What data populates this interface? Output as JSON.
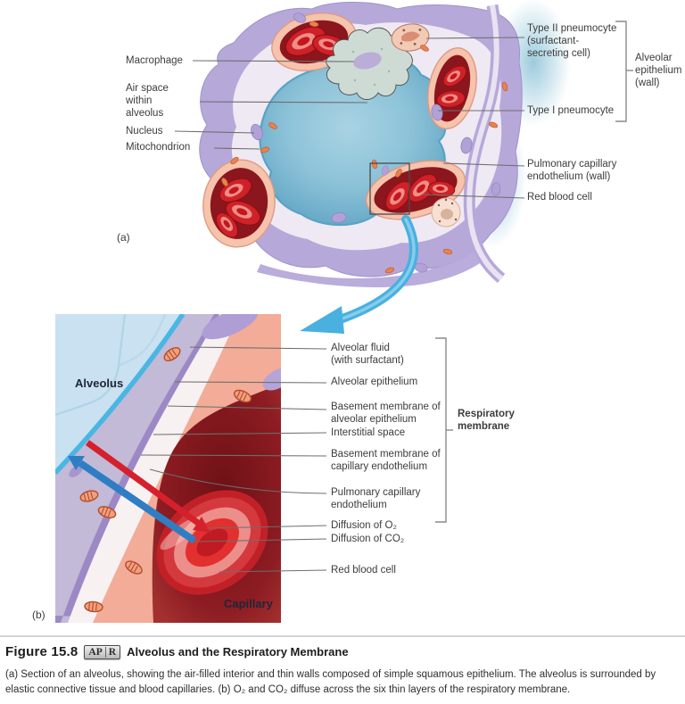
{
  "panel_a": {
    "tag": "(a)",
    "labels": {
      "macrophage": "Macrophage",
      "air_space": "Air space\nwithin\nalveolus",
      "nucleus": "Nucleus",
      "mitochondrion": "Mitochondrion",
      "type_ii": "Type II pneumocyte\n(surfactant-\nsecreting cell)",
      "alveolar_epithelium_wall": "Alveolar\nepithelium\n(wall)",
      "type_i": "Type I pneumocyte",
      "pulmonary_capillary_endothelium_wall": "Pulmonary capillary\nendothelium (wall)",
      "red_blood_cell": "Red blood cell"
    }
  },
  "panel_b": {
    "tag": "(b)",
    "region_labels": {
      "alveolus": "Alveolus",
      "capillary": "Capillary"
    },
    "labels": {
      "alveolar_fluid": "Alveolar fluid\n(with surfactant)",
      "alveolar_epithelium": "Alveolar epithelium",
      "basement_membrane_alveolar": "Basement membrane of\nalveolar epithelium",
      "interstitial_space": "Interstitial space",
      "basement_membrane_capillary": "Basement membrane of\ncapillary endothelium",
      "pulmonary_capillary_endothelium": "Pulmonary capillary\nendothelium",
      "respiratory_membrane": "Respiratory\nmembrane",
      "diffusion_o2": "Diffusion of O₂",
      "diffusion_co2": "Diffusion of CO₂",
      "red_blood_cell": "Red blood cell"
    }
  },
  "caption": {
    "figure_number": "Figure 15.8",
    "badge_ap": "AP",
    "badge_r": "R",
    "title": "Alveolus and the Respiratory Membrane",
    "body": "(a) Section of an alveolus, showing the air-filled interior and thin walls composed of simple squamous epithelium. The alveolus is surrounded by elastic connective tissue and blood capillaries. (b) O₂ and CO₂ diffuse across the six thin layers of the respiratory membrane."
  },
  "colors": {
    "air_space_blue": "#6fb0ca",
    "elastic_tissue_lavender": "#b6a8d9",
    "alveolus_pale_blue": "#c9e1f0",
    "alveolar_fluid_cyan": "#49b6e4",
    "capillary_dark_red": "#7e1419",
    "red_blood_cell_red": "#cf2128",
    "o2_arrow_red": "#d6202b",
    "co2_arrow_blue": "#2f7ec4",
    "leader_line_gray": "#6e6e6e"
  }
}
